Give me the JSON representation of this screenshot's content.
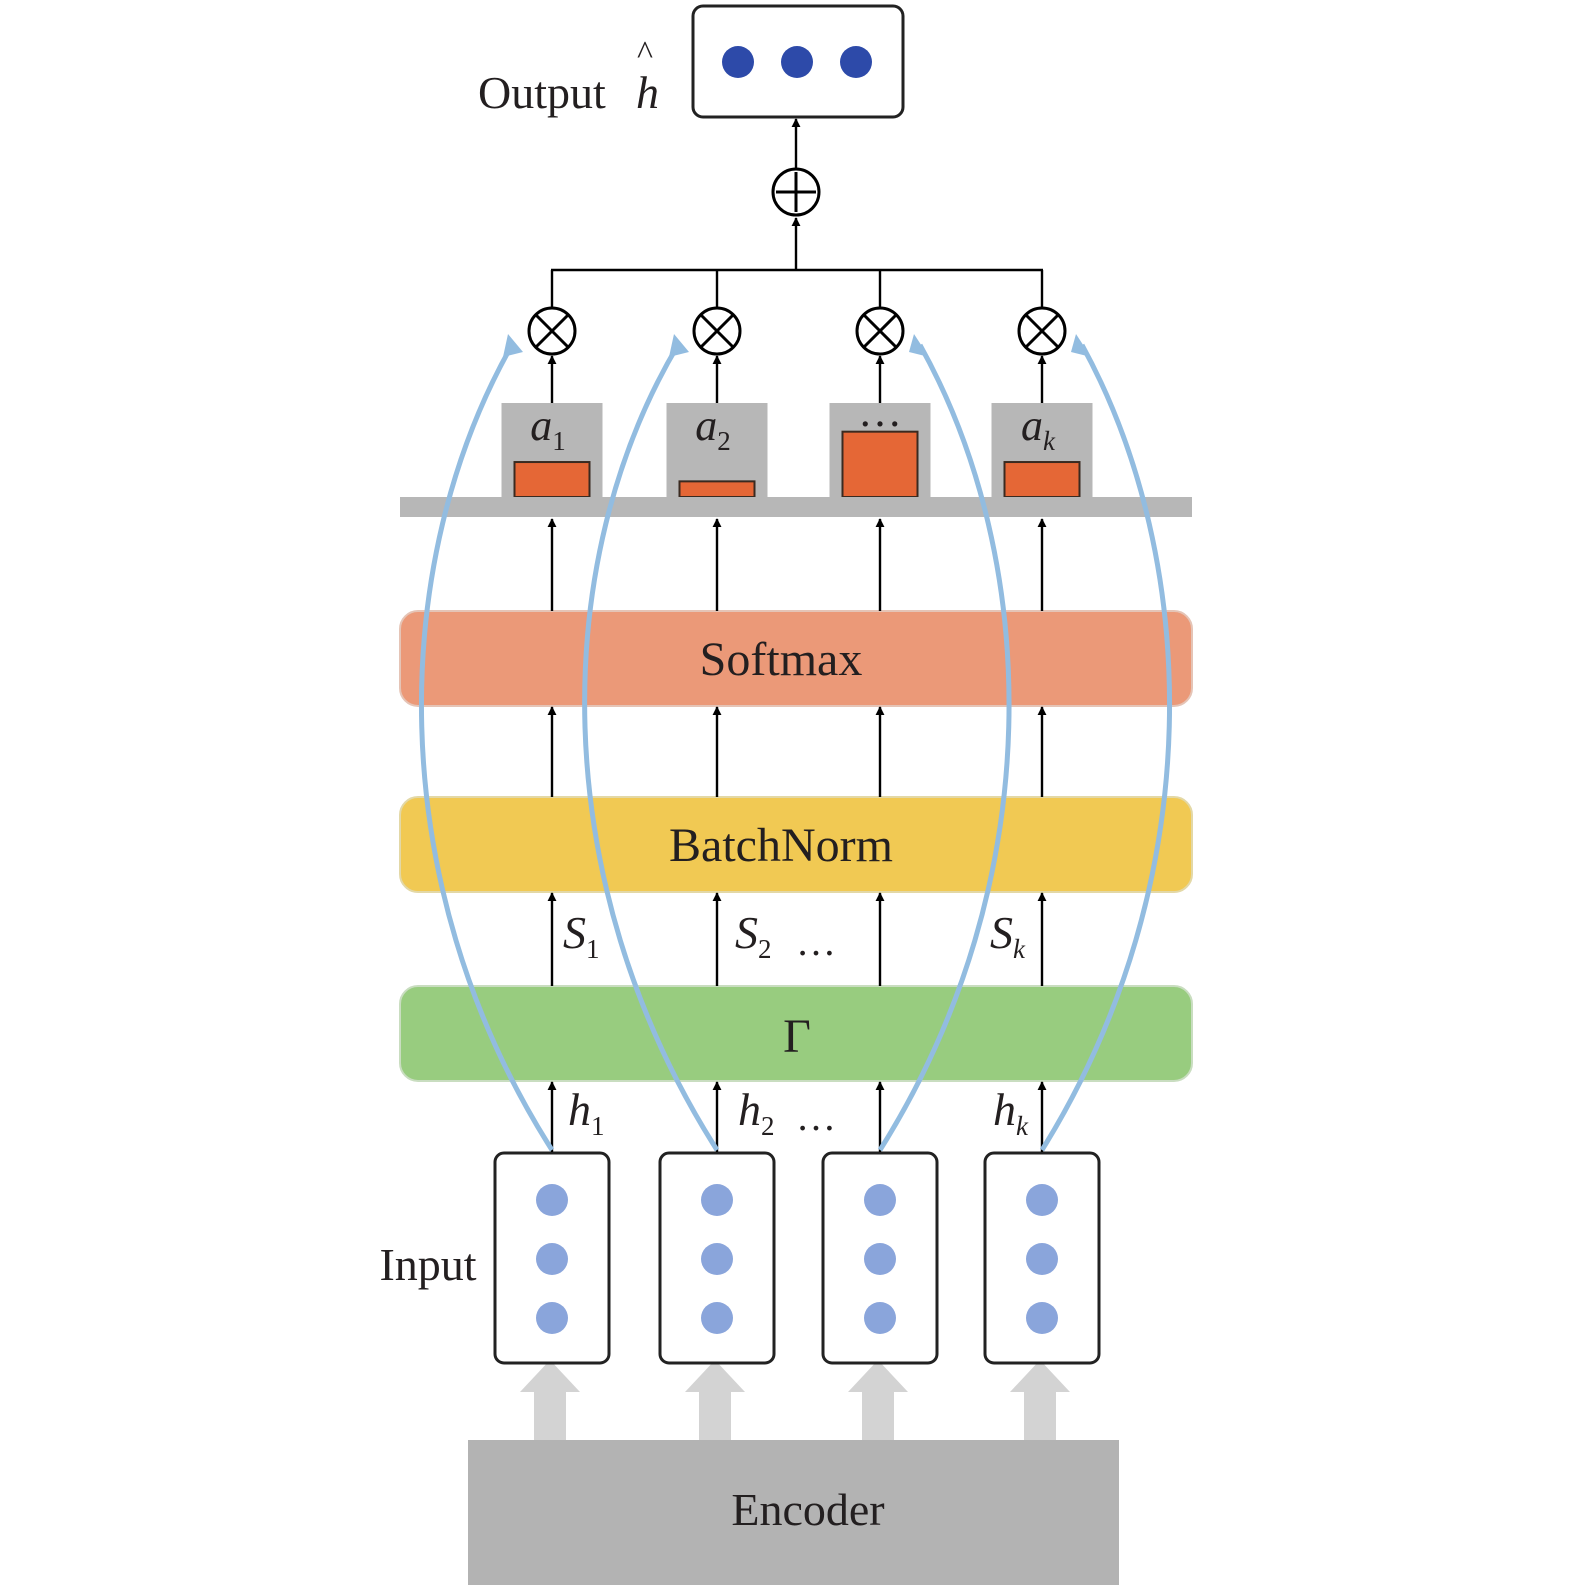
{
  "diagram": {
    "output": {
      "label": "Output",
      "symbol": "h",
      "hat": "^"
    },
    "ops": {
      "sum": "⊕",
      "mul": "⊗"
    },
    "attention": [
      {
        "base": "a",
        "sub": "1",
        "level": 0.38
      },
      {
        "base": "a",
        "sub": "2",
        "level": 0.17
      },
      {
        "base": "…",
        "sub": "",
        "level": 0.71
      },
      {
        "base": "a",
        "sub": "k",
        "level": 0.38
      }
    ],
    "layers": {
      "softmax": "Softmax",
      "batchnorm": "BatchNorm",
      "gamma": "Γ"
    },
    "scores": {
      "s1_base": "S",
      "s1_sub": "1",
      "s2_base": "S",
      "s2_sub": "2",
      "sk_base": "S",
      "sk_sub": "k",
      "ellipsis": "…"
    },
    "hidden": {
      "h1_base": "h",
      "h1_sub": "1",
      "h2_base": "h",
      "h2_sub": "2",
      "hk_base": "h",
      "hk_sub": "k",
      "ellipsis": "…"
    },
    "input_label": "Input",
    "encoder_label": "Encoder",
    "colors": {
      "softmax": "#eb9978",
      "batchnorm": "#f1c953",
      "gamma": "#98cc7f",
      "attention_bar": "#e56736",
      "attention_box": "#b7b7b7",
      "feedback_arrow": "#92bce0",
      "input_dot": "#8aa5db",
      "output_dot": "#2d4aa9",
      "encoder": "#b3b3b3"
    }
  }
}
